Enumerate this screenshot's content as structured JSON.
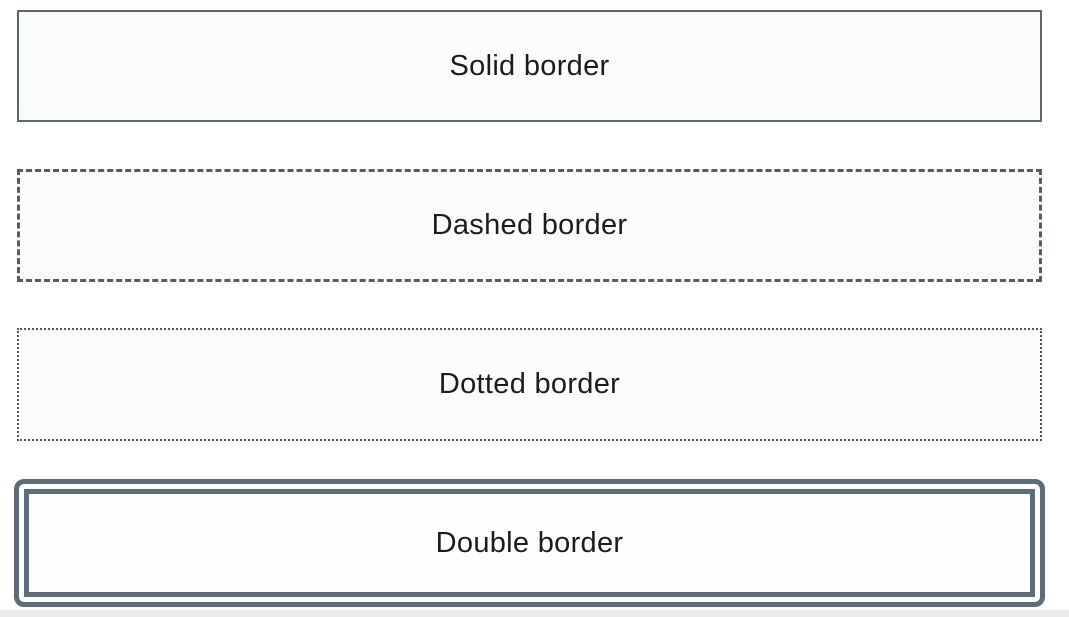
{
  "page": {
    "background_color": "#ffffff",
    "bottom_bar_color": "#e9ebed",
    "text_color": "#1c1c1c"
  },
  "boxes": [
    {
      "label": "Solid border",
      "style": "solid",
      "border_color": "#5b6872"
    },
    {
      "label": "Dashed border",
      "style": "dashed",
      "border_color": "#565c63"
    },
    {
      "label": "Dotted border",
      "style": "dotted",
      "border_color": "#51565c"
    },
    {
      "label": "Double border",
      "style": "double",
      "border_color": "#5e6b78"
    }
  ]
}
